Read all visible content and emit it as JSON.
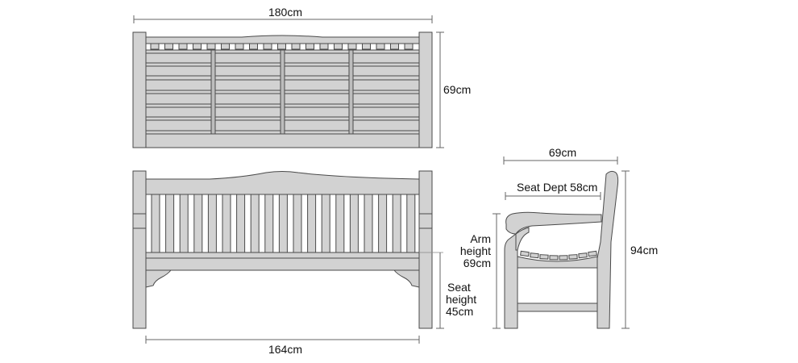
{
  "labels": {
    "overall_width": "180cm",
    "depth_top": "69cm",
    "inner_width": "164cm",
    "seat_height_1": "Seat",
    "seat_height_2": "height",
    "seat_height_3": "45cm",
    "side_depth": "69cm",
    "seat_depth": "Seat Dept 58cm",
    "arm_height_1": "Arm",
    "arm_height_2": "height",
    "arm_height_3": "69cm",
    "total_height": "94cm"
  },
  "colors": {
    "wood": "#d2d2d2",
    "outline": "#4a4a4a"
  }
}
